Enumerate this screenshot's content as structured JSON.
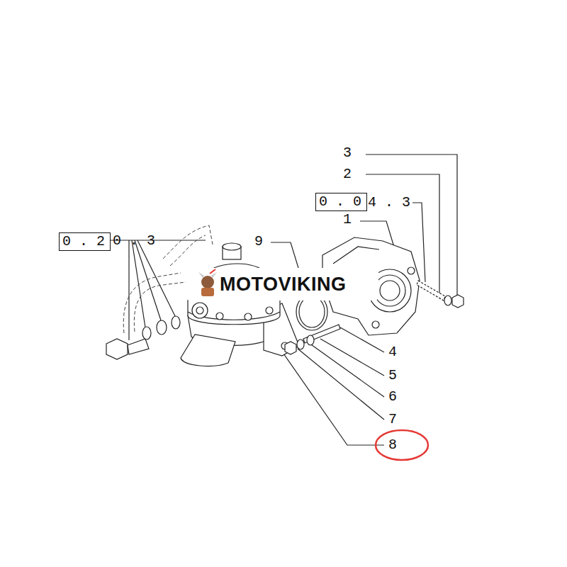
{
  "diagram": {
    "nodes": [
      {
        "text": [
          "0 . 0"
        ]
      },
      {
        "text": [
          "0 . 2"
        ]
      }
    ],
    "labels": [
      "3",
      "2",
      "4 . 3",
      "1",
      "9",
      "0 . 3",
      "4",
      "5",
      "6",
      "7",
      "8",
      "MOTOVIKING"
    ]
  }
}
